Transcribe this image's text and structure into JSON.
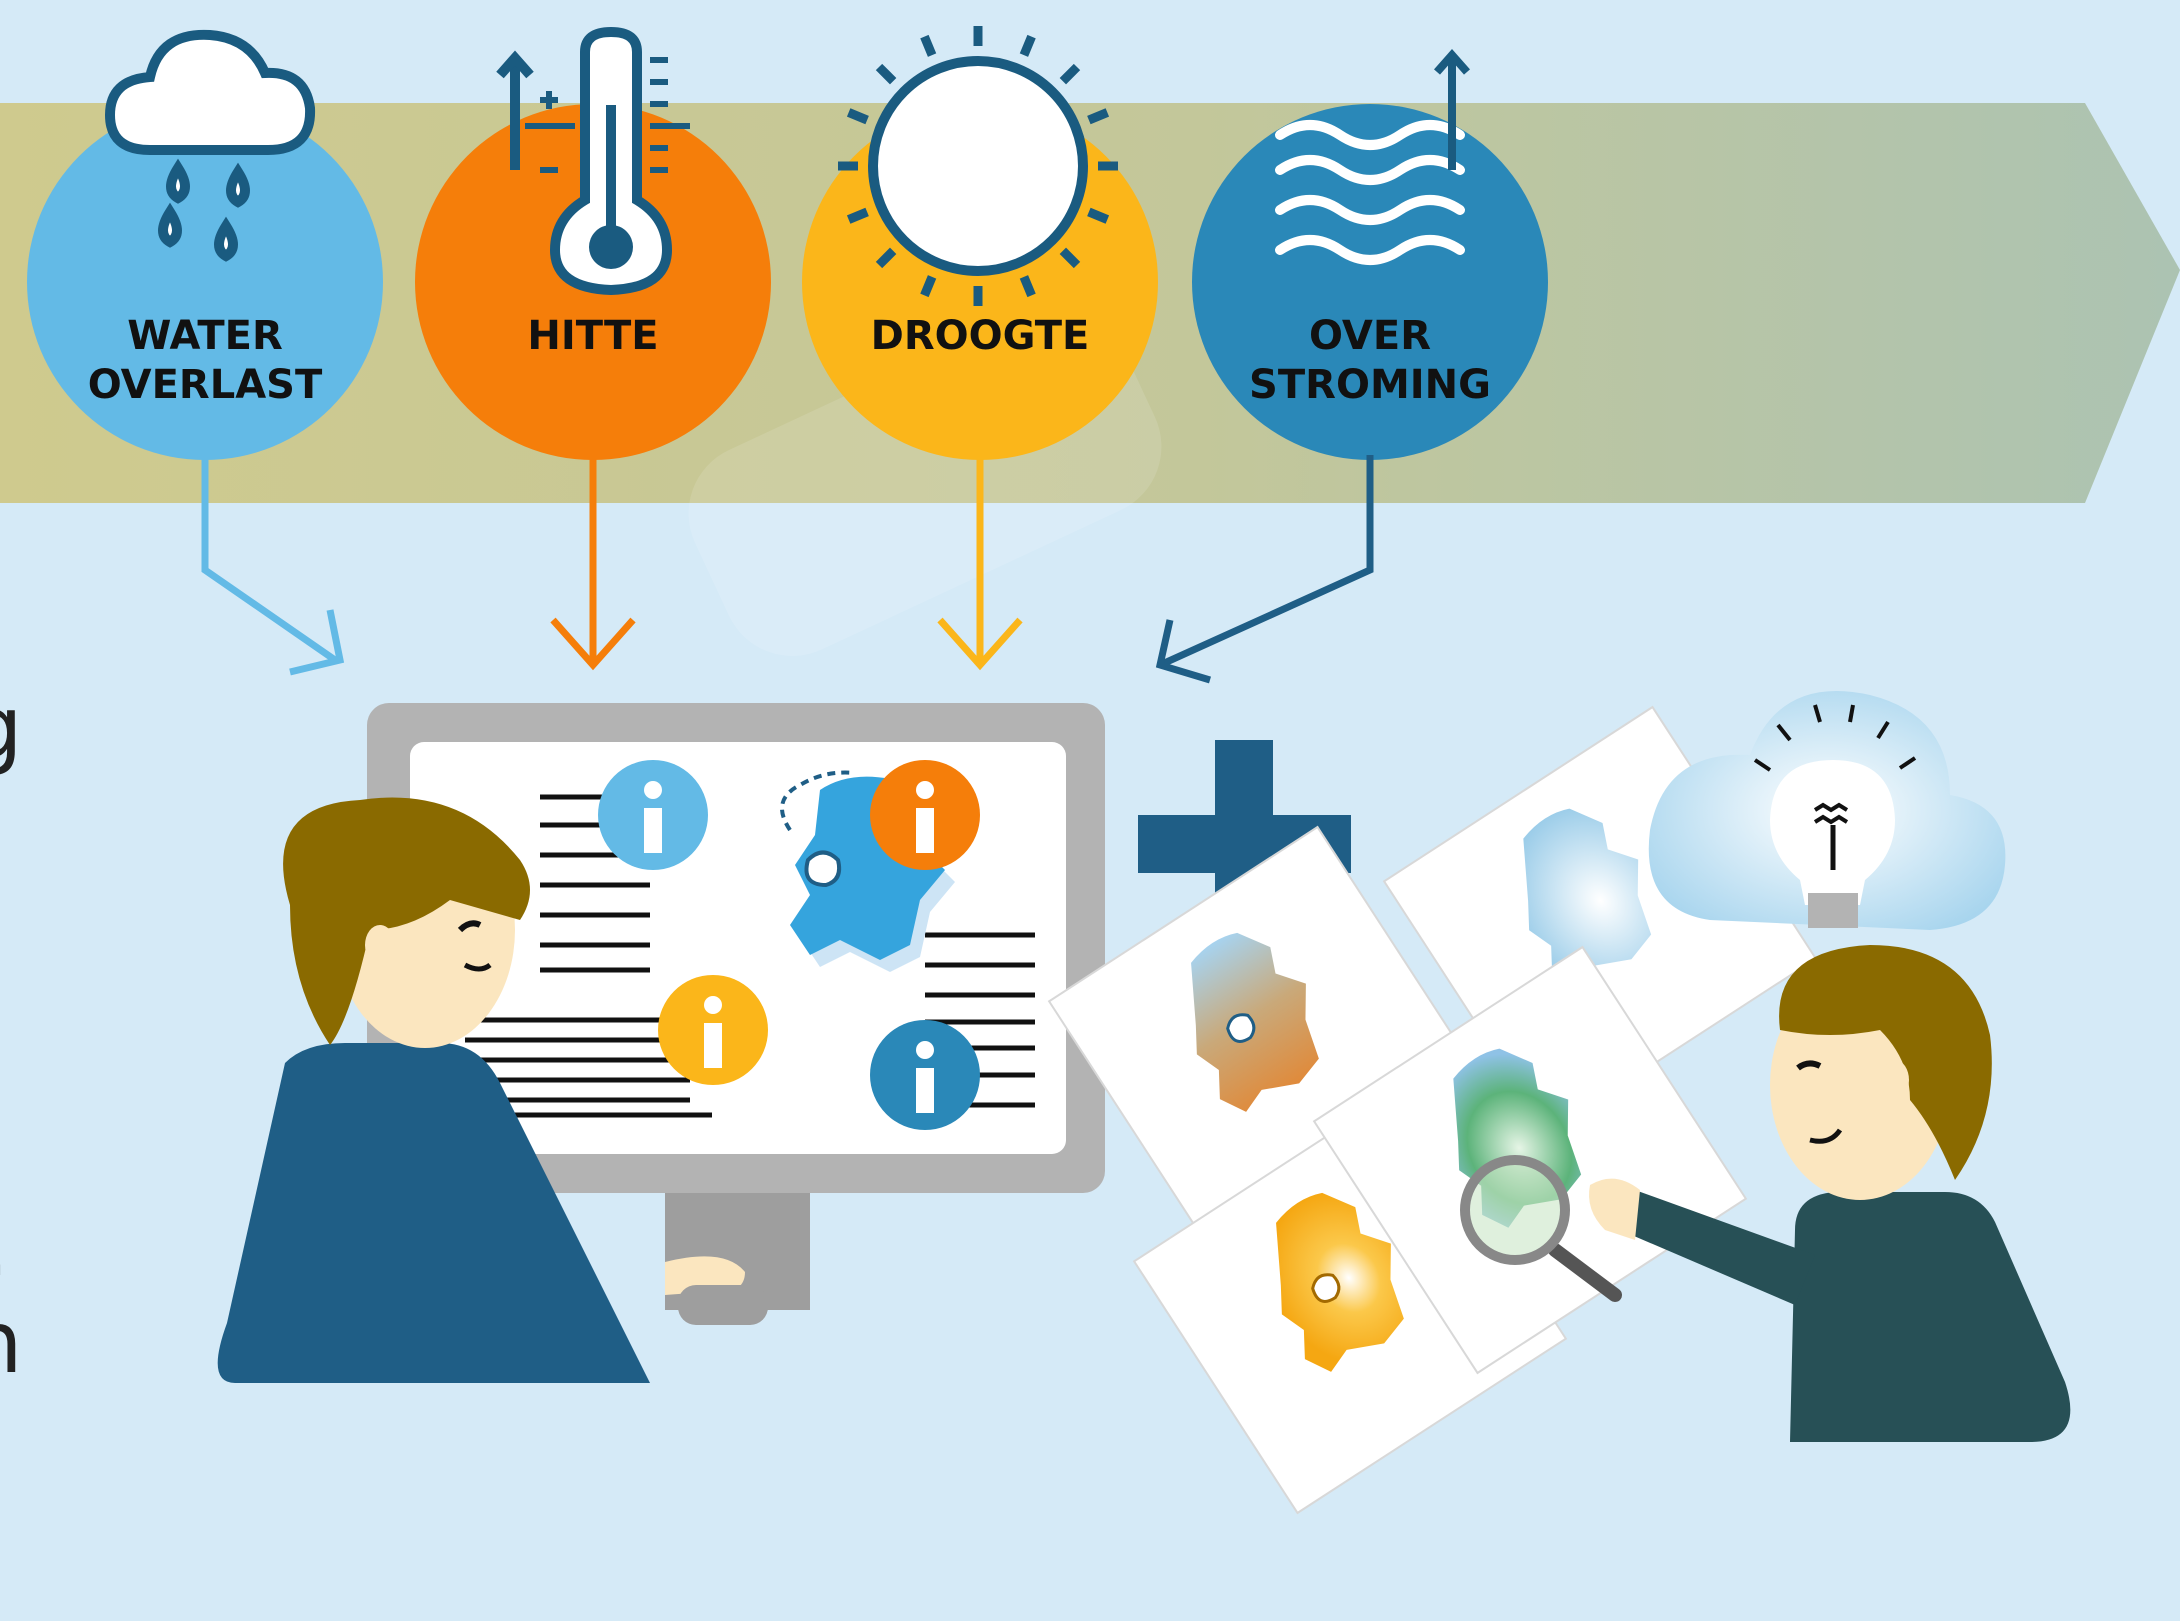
{
  "hazards": [
    {
      "line1": "WATER",
      "line2": "OVERLAST",
      "color": "#63bae6",
      "icon": "rain-cloud-icon"
    },
    {
      "line1": "HITTE",
      "line2": "",
      "color": "#f57e0a",
      "icon": "thermometer-icon"
    },
    {
      "line1": "DROOGTE",
      "line2": "",
      "color": "#fbb61a",
      "icon": "sun-icon"
    },
    {
      "line1": "OVER",
      "line2": "STROMING",
      "color": "#2a88b8",
      "icon": "waves-icon"
    }
  ],
  "edge_text": [
    "g",
    "t",
    ".",
    "n"
  ],
  "colors": {
    "background": "#d5eaf7",
    "band": "#cdca94",
    "monitor": "#b3b3b3",
    "plus": "#1f5e86",
    "shirt_left": "#1f5e86",
    "shirt_right": "#275056",
    "hair": "#8a6a00",
    "skin": "#fbe6bf"
  }
}
